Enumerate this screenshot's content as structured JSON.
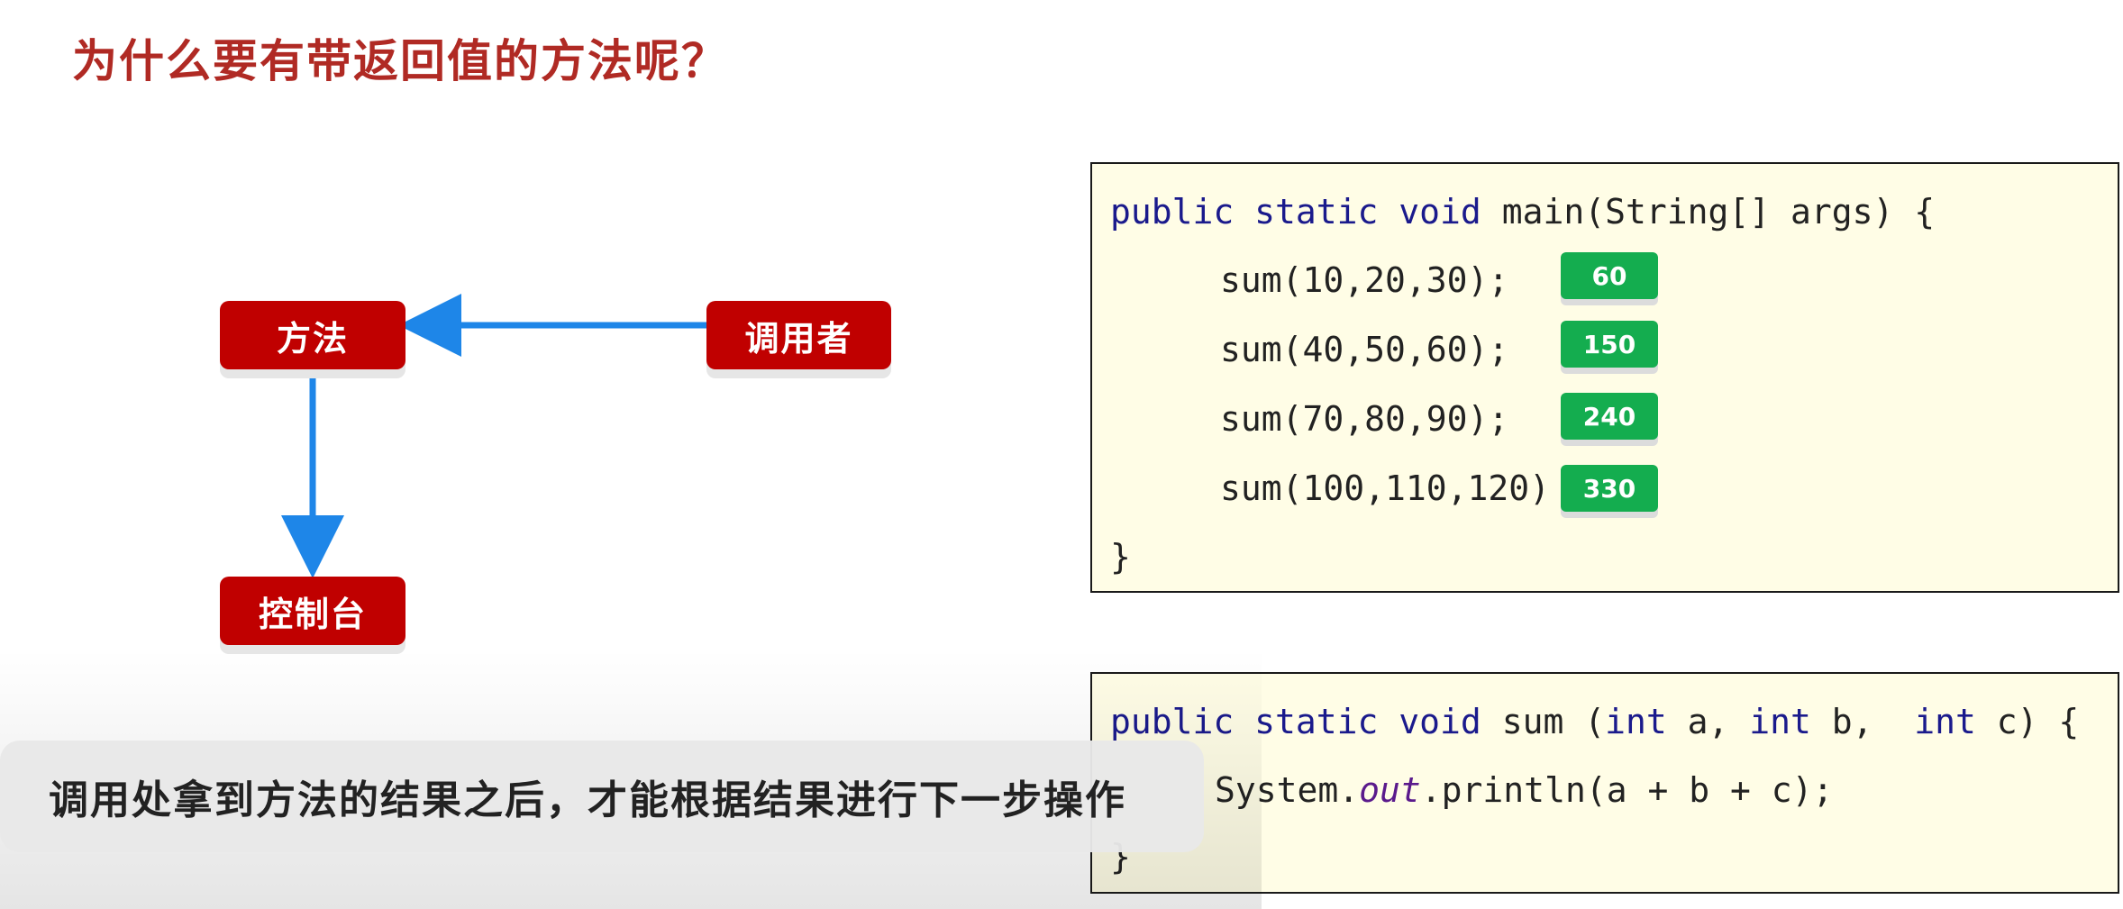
{
  "slide": {
    "title": "为什么要有带返回值的方法呢？"
  },
  "diagram": {
    "method_label": "方法",
    "caller_label": "调用者",
    "console_label": "控制台"
  },
  "code_main": {
    "line1_kw": "public static void",
    "line1_rest": " main(String[] args) {",
    "calls": [
      "sum(10,20,30);",
      "sum(40,50,60);",
      "sum(70,80,90);",
      "sum(100,110,120)"
    ],
    "results": [
      "60",
      "150",
      "240",
      "330"
    ],
    "close": "}"
  },
  "code_sum": {
    "kw": "public static void",
    "name": " sum (",
    "int1": "int",
    "p1": " a, ",
    "int2": "int",
    "p2": " b,  ",
    "int3": "int",
    "p3": " c) {",
    "body_prefix": "System.",
    "body_field": "out",
    "body_suffix": ".println(a + b + c);",
    "close": "}"
  },
  "subtitle": {
    "text": "调用处拿到方法的结果之后，才能根据结果进行下一步操作"
  },
  "colors": {
    "title": "#b02a24",
    "node": "#c00000",
    "arrow": "#1e86e8",
    "badge": "#14ad4f",
    "code_bg": "#fffde6"
  }
}
